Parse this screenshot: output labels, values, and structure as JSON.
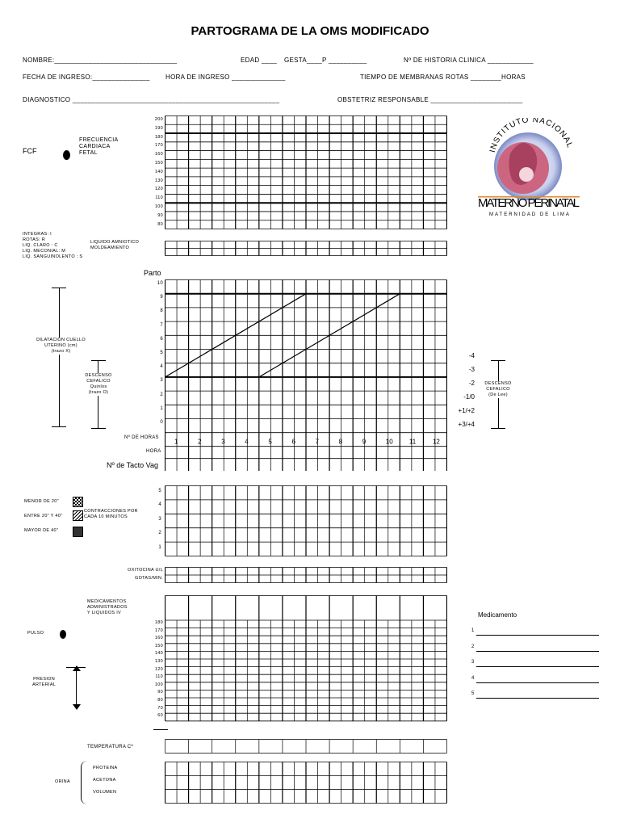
{
  "title": "PARTOGRAMA DE LA OMS MODIFICADO",
  "header": {
    "nombre": "NOMBRE:________________________________",
    "edad": "EDAD ____",
    "gesta": "GESTA____P __________",
    "historia": "Nº DE HISTORIA CLINICA ____________",
    "fecha_ingreso": "FECHA DE INGRESO:_______________",
    "hora_ingreso": "HORA DE INGRESO ______________",
    "membranas": "TIEMPO DE MEMBRANAS ROTAS ________HORAS",
    "diagnostico": "DIAGNOSTICO ______________________________________________________",
    "obstetriz": "OBSTETRIZ RESPONSABLE ________________________"
  },
  "fcf": {
    "label": "FCF",
    "desc": [
      "FRECUENCIA",
      "CARDIACA",
      "FETAL"
    ],
    "scale": [
      "200",
      "190",
      "180",
      "170",
      "160",
      "150",
      "140",
      "130",
      "120",
      "110",
      "100",
      "90",
      "80"
    ]
  },
  "logo": {
    "top_text": "INSTITUTO NACIONAL",
    "main_text": "MATERNO PERINATAL",
    "sub_text": "MATERNIDAD DE LIMA",
    "color_circle": "#cc6680",
    "color_blue": "#5a6ab0",
    "color_orange": "#e08a2a"
  },
  "liquido": {
    "legend": [
      "INTEGRAS: I",
      "ROTAS: R",
      "LIQ. CLARO : C",
      "LIQ. MECONIAL: M",
      "LIQ. SANGUINOLENTO : S"
    ],
    "label": [
      "LIQUIDO AMNIOTICO",
      "MOLDEAMIENTO"
    ]
  },
  "dilatacion": {
    "parto": "Parto",
    "scale": [
      "10",
      "9",
      "8",
      "7",
      "6",
      "5",
      "4",
      "3",
      "2",
      "1",
      "0"
    ],
    "label": [
      "DILATACION CUELLO",
      "UTERINO (cm)",
      "(trazo X)"
    ],
    "descenso_left": [
      "DESCENSO",
      "CEFALICO",
      "Quinlos",
      "(trazo O)"
    ],
    "descenso_right": [
      "DESCENSO",
      "CEFALICO",
      "(De Lee)"
    ],
    "delee": [
      "-4",
      "-3",
      "-2",
      "-1/0",
      "+1/+2",
      "+3/+4"
    ],
    "horas_label": "Nº DE HORAS",
    "horas": [
      "1",
      "2",
      "3",
      "4",
      "5",
      "6",
      "7",
      "8",
      "9",
      "10",
      "11",
      "12"
    ],
    "hora_label": "HORA",
    "tacto_label": "Nº de Tacto Vag"
  },
  "contracciones": {
    "legend": [
      "MENOR DE 20\"",
      "ENTRE  20\" Y 40\"",
      "MAYOR DE 40\""
    ],
    "label": [
      "CONTRACCIONES POR",
      "CADA 10 MINUTOS"
    ],
    "scale": [
      "5",
      "4",
      "3",
      "2",
      "1"
    ]
  },
  "oxitocina": {
    "rows": [
      "OXITOCINA U/L",
      "GOTAS/MIN."
    ]
  },
  "medicamentos": {
    "label": [
      "MEDICAMENTOS",
      "ADMINISTRADOS",
      "Y LIQUIDOS IV"
    ],
    "title": "Medicamento",
    "items": [
      "1",
      "2",
      "3",
      "4",
      "5"
    ]
  },
  "pulso": {
    "label": "PULSO",
    "presion": [
      "PRESION",
      "ARTERIAL"
    ],
    "scale": [
      "180",
      "170",
      "160",
      "150",
      "140",
      "130",
      "120",
      "110",
      "100",
      "90",
      "80",
      "70",
      "60"
    ]
  },
  "temperatura": "TEMPERATURA Cº",
  "orina": {
    "label": "ORINA",
    "rows": [
      "PROTEINA",
      "ACETONA",
      "VOLUMEN"
    ]
  }
}
